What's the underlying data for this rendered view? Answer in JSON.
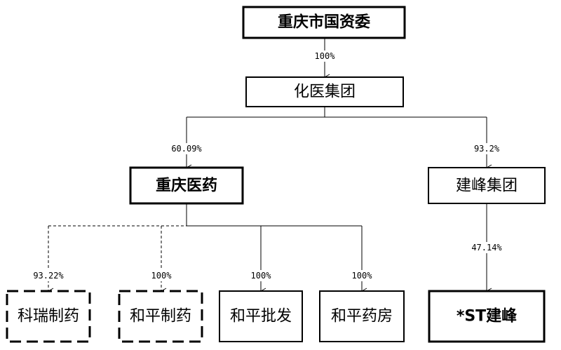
{
  "nodes": {
    "sasac": "重庆市国资委",
    "huayi": "化医集团",
    "cq_pharma": "重庆医药",
    "jianfeng_group": "建峰集团",
    "kerui": "科瑞制药",
    "heping_pharma": "和平制药",
    "heping_wholesale": "和平批发",
    "heping_pharmacy": "和平药房",
    "st_jianfeng": "*ST建峰"
  },
  "edges": {
    "sasac_to_huayi": "100%",
    "huayi_to_cq_pharma": "60.09%",
    "huayi_to_jianfeng_group": "93.2%",
    "cq_to_kerui": "93.22%",
    "cq_to_heping_pharma": "100%",
    "cq_to_heping_wholesale": "100%",
    "cq_to_heping_pharmacy": "100%",
    "jianfeng_to_st": "47.14%"
  }
}
